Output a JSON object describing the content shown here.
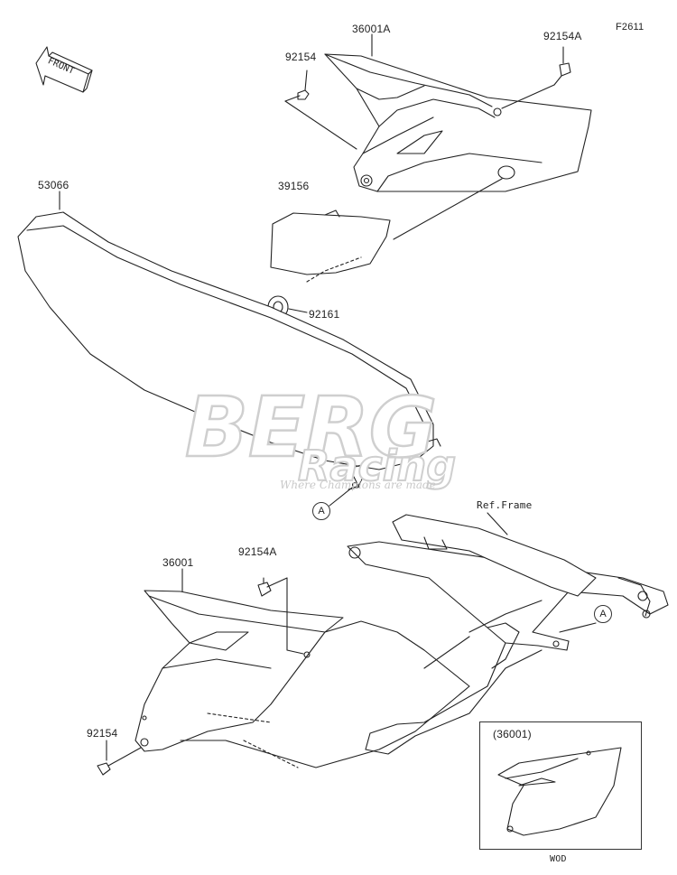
{
  "figure_code": "F2611",
  "front_arrow_text": "FRONT",
  "watermark": {
    "word1": "BERG",
    "word2": "Racing",
    "tagline": "Where Champions are made"
  },
  "parts": {
    "cover_upper": "36001A",
    "bolt_upper_left": "92154",
    "bolt_upper_right": "92154A",
    "seat": "53066",
    "sticker": "39156",
    "grommet": "92161",
    "cover_lower": "36001",
    "bolt_lower_top": "92154A",
    "bolt_lower_bottom": "92154",
    "frame_ref": "Ref.Frame"
  },
  "ref_marker": "A",
  "inset": {
    "title": "(36001)",
    "caption": "WOD"
  },
  "colors": {
    "line": "#222222",
    "watermark": "#cfcfcf"
  }
}
